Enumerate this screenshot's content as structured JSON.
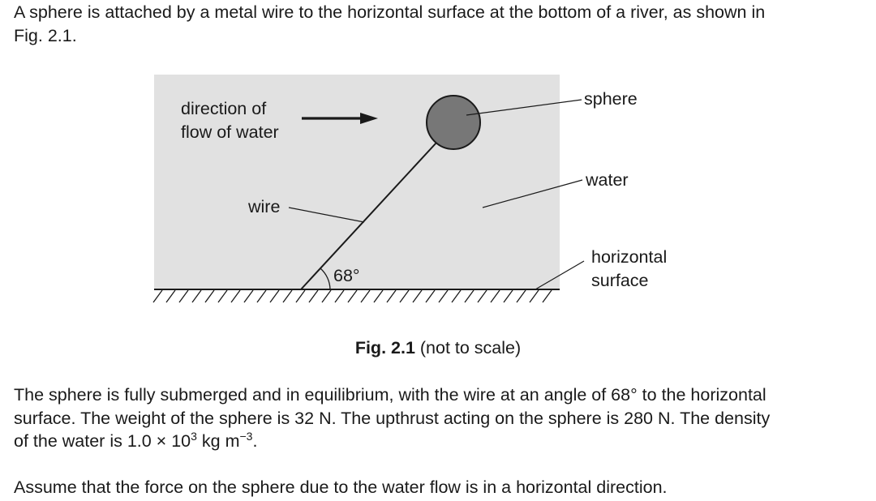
{
  "intro": {
    "line1": "A sphere is attached by a metal wire to the horizontal surface at the bottom of a river, as shown in",
    "line2": "Fig. 2.1."
  },
  "figure": {
    "labels": {
      "direction_line1": "direction of",
      "direction_line2": "flow of water",
      "sphere": "sphere",
      "water": "water",
      "wire": "wire",
      "angle": "68°",
      "horizontal": "horizontal",
      "surface": "surface"
    },
    "caption_bold": "Fig. 2.1",
    "caption_rest": " (not to scale)",
    "colors": {
      "water_fill": "#e1e1e1",
      "sphere_fill": "#777777",
      "ink": "#1a1a1a"
    }
  },
  "body": {
    "p2_line1": "The sphere is fully submerged and in equilibrium, with the wire at an angle of 68° to the horizontal",
    "p2_line2": "surface. The weight of the sphere is 32 N. The upthrust acting on the sphere is 280 N. The density",
    "p2_line3_a": "of the water is 1.0 × 10",
    "p2_line3_exp": "3",
    "p2_line3_b": " kg m",
    "p2_line3_exp2": "−3",
    "p2_line3_c": ".",
    "p3": "Assume that the force on the sphere due to the water flow is in a horizontal direction."
  }
}
